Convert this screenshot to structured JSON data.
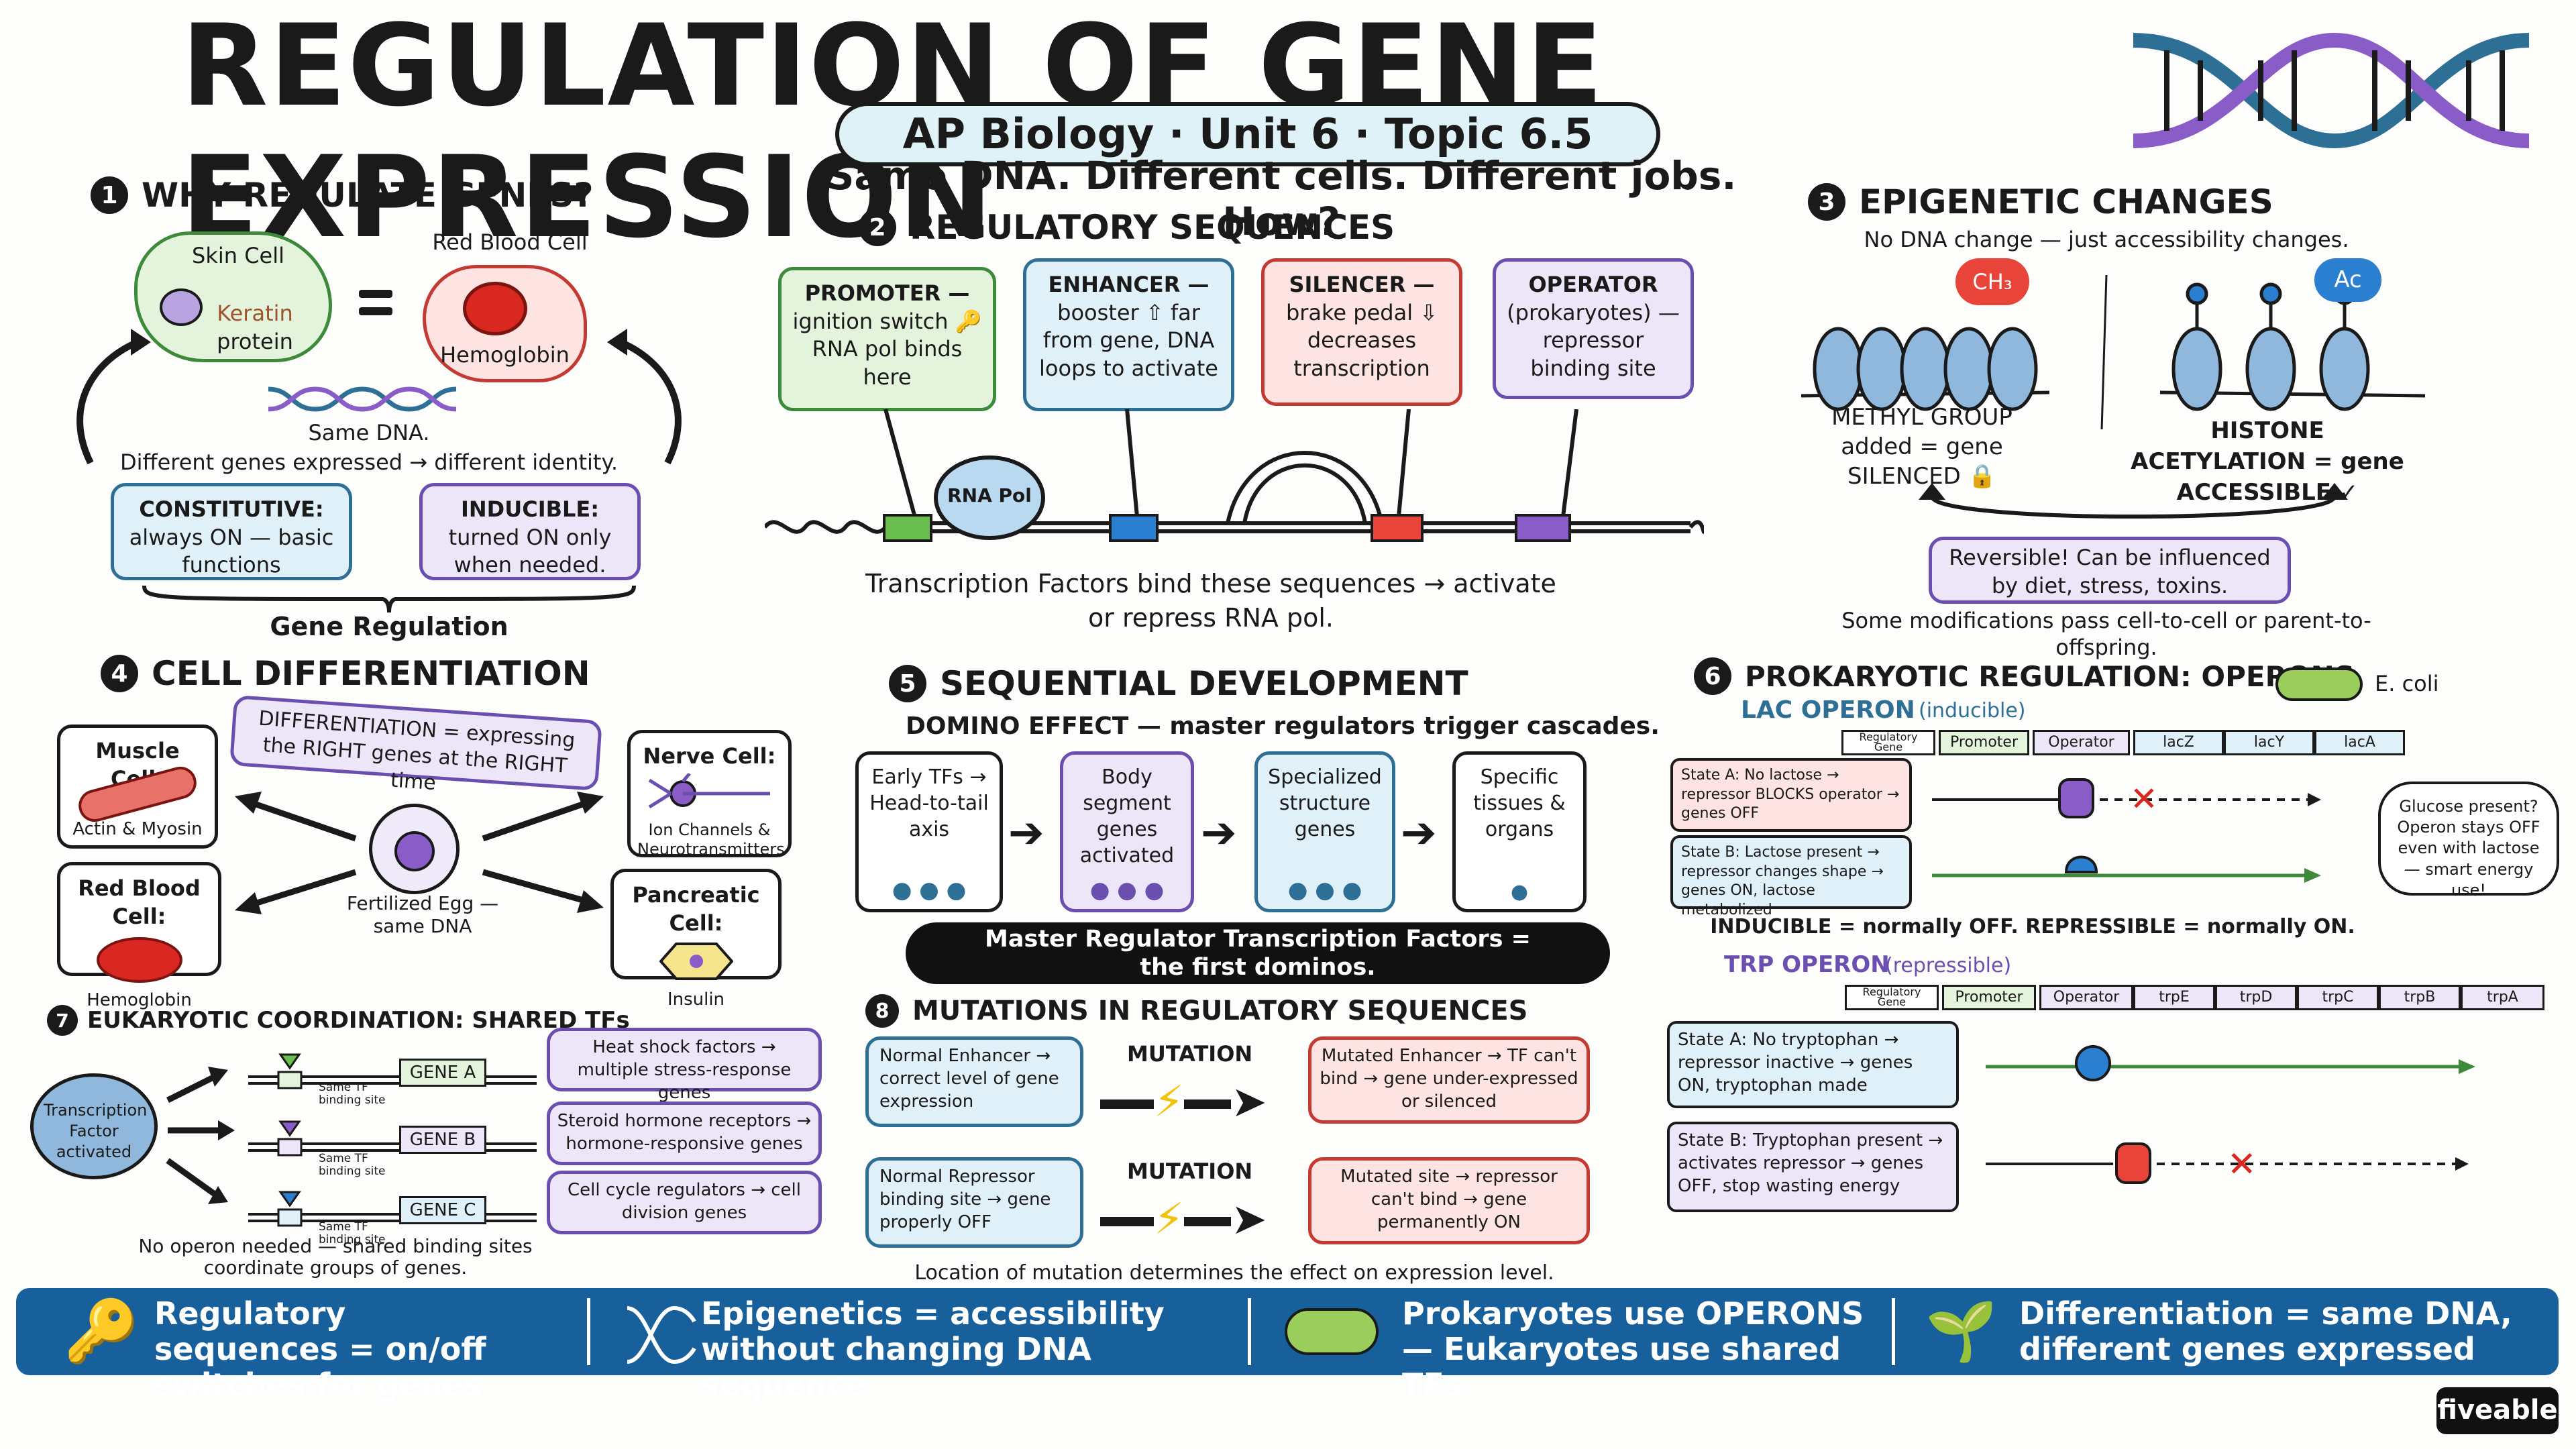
{
  "header": {
    "title": "REGULATION OF GENE EXPRESSION",
    "subtitle": "AP Biology · Unit 6 · Topic 6.5",
    "tagline": "Same DNA. Different cells. Different jobs. How?"
  },
  "s1": {
    "num": "1",
    "title": "WHY REGULATE GENES?",
    "skin_cell": "Skin Cell",
    "keratin": "Keratin",
    "protein": "protein",
    "rbc": "Red Blood Cell",
    "hemoglobin": "Hemoglobin",
    "same_dna": "Same DNA.",
    "different_genes": "Different genes expressed → different identity.",
    "constitutive_title": "CONSTITUTIVE:",
    "constitutive_body": "always ON — basic functions",
    "inducible_title": "INDUCIBLE:",
    "inducible_body": "turned ON only when needed.",
    "gene_regulation": "Gene Regulation"
  },
  "s2": {
    "num": "2",
    "title": "REGULATORY SEQUENCES",
    "promoter_title": "PROMOTER —",
    "promoter_body": "ignition switch 🔑 RNA pol binds here",
    "enhancer_title": "ENHANCER —",
    "enhancer_body": "booster ⇧ far from gene, DNA loops to activate",
    "silencer_title": "SILENCER —",
    "silencer_body": "brake pedal ⇩ decreases transcription",
    "operator_title": "OPERATOR",
    "operator_body": "(prokaryotes) — repressor binding site",
    "rna_pol": "RNA Pol",
    "caption": "Transcription Factors bind these sequences → activate or repress RNA pol."
  },
  "s3": {
    "num": "3",
    "title": "EPIGENETIC CHANGES",
    "subtitle": "No DNA change — just accessibility changes.",
    "ch3": "CH₃",
    "ac": "Ac",
    "methyl": "METHYL GROUP added = gene SILENCED 🔒",
    "acetyl": "HISTONE ACETYLATION = gene ACCESSIBLE ✓",
    "reversible": "Reversible! Can be influenced by diet, stress, toxins.",
    "pass": "Some modifications pass cell-to-cell or parent-to-offspring."
  },
  "s4": {
    "num": "4",
    "title": "CELL DIFFERENTIATION",
    "banner": "DIFFERENTIATION = expressing the RIGHT genes at the RIGHT time",
    "muscle": "Muscle Cell:",
    "actin": "Actin & Myosin",
    "nerve": "Nerve Cell:",
    "ion": "Ion Channels & Neurotransmitters",
    "rbc": "Red Blood Cell:",
    "hemoglobin": "Hemoglobin",
    "pancreatic": "Pancreatic Cell:",
    "insulin": "Insulin",
    "egg": "Fertilized Egg — same DNA"
  },
  "s5": {
    "num": "5",
    "title": "SEQUENTIAL DEVELOPMENT",
    "domino": "DOMINO EFFECT — master regulators trigger cascades.",
    "steps": [
      "Early TFs → Head-to-tail axis",
      "Body segment genes activated",
      "Specialized structure genes",
      "Specific tissues & organs"
    ],
    "master": "Master Regulator Transcription Factors = the first dominos."
  },
  "s6": {
    "num": "6",
    "title": "PROKARYOTIC REGULATION: OPERONS",
    "ecoli": "E. coli",
    "lac_title": "LAC OPERON",
    "lac_type": "(inducible)",
    "lac_genes": [
      "Regulatory Gene",
      "Promoter",
      "Operator",
      "lacZ",
      "lacY",
      "lacA"
    ],
    "lac_a": "State A: No lactose → repressor BLOCKS operator → genes OFF",
    "lac_b": "State B: Lactose present → repressor changes shape → genes ON, lactose metabolized",
    "glucose": "Glucose present? Operon stays OFF even with lactose — smart energy use!",
    "inducible_line": "INDUCIBLE = normally OFF.   REPRESSIBLE = normally ON.",
    "trp_title": "TRP OPERON",
    "trp_type": "(repressible)",
    "trp_genes": [
      "Regulatory Gene",
      "Promoter",
      "Operator",
      "trpE",
      "trpD",
      "trpC",
      "trpB",
      "trpA"
    ],
    "trp_a": "State A: No tryptophan → repressor inactive → genes ON, tryptophan made",
    "trp_b": "State B: Tryptophan present → activates repressor → genes OFF, stop wasting energy"
  },
  "s7": {
    "num": "7",
    "title": "EUKARYOTIC COORDINATION: SHARED TFs",
    "tf": "Transcription Factor activated",
    "same_tf": "Same TF binding site",
    "genes": [
      "GENE A",
      "GENE B",
      "GENE C"
    ],
    "heat": "Heat shock factors → multiple stress-response genes",
    "steroid": "Steroid hormone receptors → hormone-responsive genes",
    "cycle": "Cell cycle regulators → cell division genes",
    "note": "No operon needed — shared binding sites coordinate groups of genes."
  },
  "s8": {
    "num": "8",
    "title": "MUTATIONS IN REGULATORY SEQUENCES",
    "normal_enh": "Normal Enhancer → correct level of gene expression",
    "mutation": "MUTATION",
    "mut_enh": "Mutated Enhancer → TF can't bind → gene under-expressed or silenced",
    "normal_rep": "Normal Repressor binding site → gene properly OFF",
    "mut_site": "Mutated site → repressor can't bind → gene permanently ON",
    "caption": "Location of mutation determines the effect on expression level."
  },
  "footer": {
    "items": [
      "Regulatory sequences = on/off switches for genes",
      "Epigenetics = accessibility without changing DNA sequence",
      "Prokaryotes use OPERONS — Eukaryotes use shared TFs",
      "Differentiation = same DNA, different genes expressed"
    ],
    "brand": "fiveable"
  },
  "colors": {
    "banner": "#17609c",
    "green": "#3d8a3a",
    "blue": "#2e6f95",
    "red": "#c43a33",
    "purple": "#6b4fb0"
  }
}
